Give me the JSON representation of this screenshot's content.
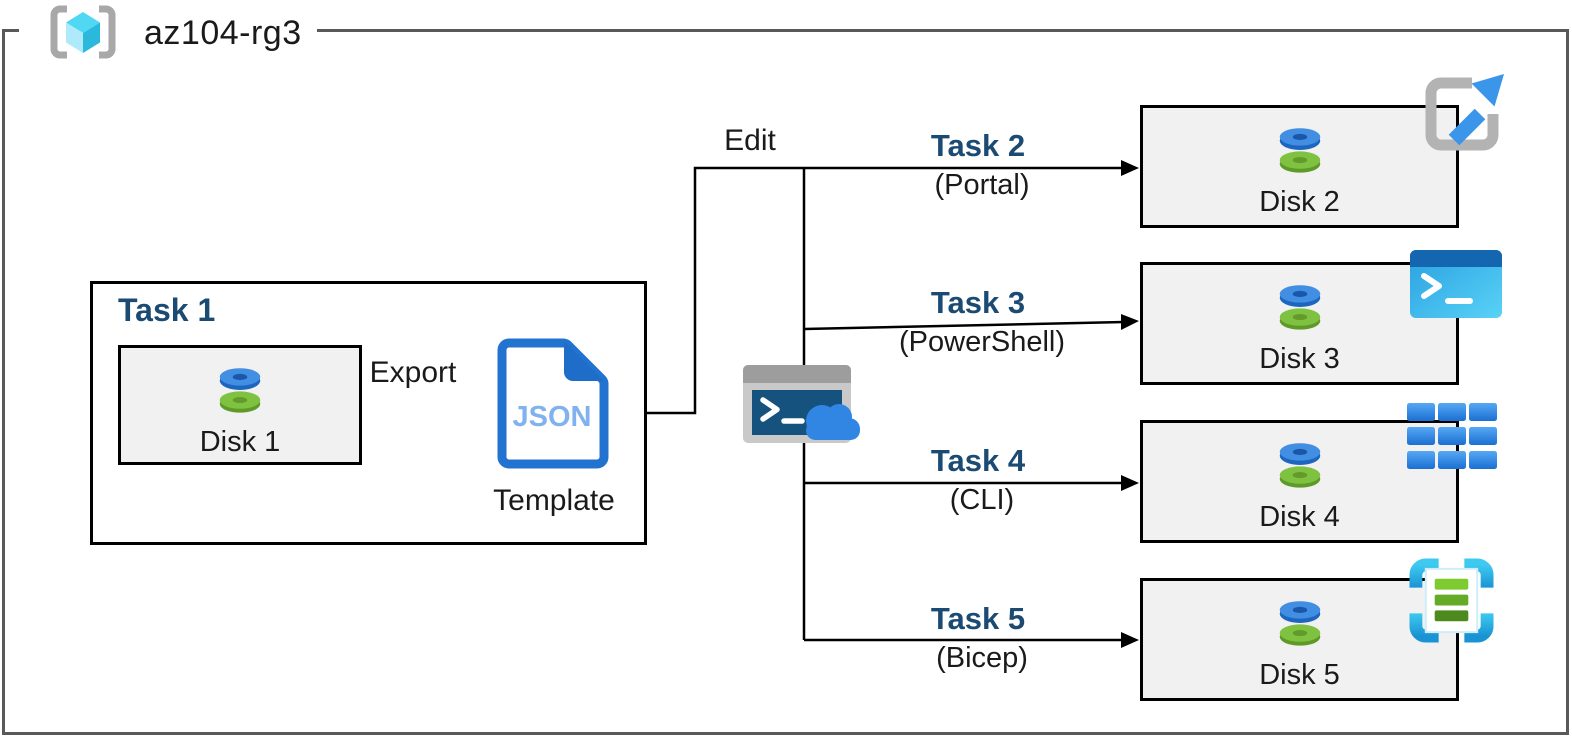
{
  "title": "az104-rg3",
  "task1": {
    "label": "Task 1",
    "disk_label": "Disk 1",
    "export_label": "Export",
    "template_doc_text": "JSON",
    "template_label": "Template"
  },
  "edit_label": "Edit",
  "branches": [
    {
      "task_label": "Task 2",
      "method_label": "(Portal)",
      "disk_label": "Disk 2",
      "icon": "portal-share-icon"
    },
    {
      "task_label": "Task 3",
      "method_label": "(PowerShell)",
      "disk_label": "Disk 3",
      "icon": "powershell-icon"
    },
    {
      "task_label": "Task 4",
      "method_label": "(CLI)",
      "disk_label": "Disk 4",
      "icon": "cli-grid-icon"
    },
    {
      "task_label": "Task 5",
      "method_label": "(Bicep)",
      "disk_label": "Disk 5",
      "icon": "bicep-template-icon"
    }
  ],
  "icons": {
    "resource_group": "resource-group-icon",
    "disk": "managed-disk-icon",
    "json_template": "json-document-icon",
    "cloud_shell": "cloud-shell-icon"
  },
  "colors": {
    "frame_border": "#595959",
    "box_border": "#000000",
    "disk_box_fill": "#f1f1f1",
    "task_label_blue": "#1b4a72",
    "json_border_blue": "#2173cf",
    "json_text_blue": "#7fb2ee",
    "azure_blue": "#3b96ea",
    "disk_blue": "#418ee2",
    "disk_green": "#7fc241"
  }
}
